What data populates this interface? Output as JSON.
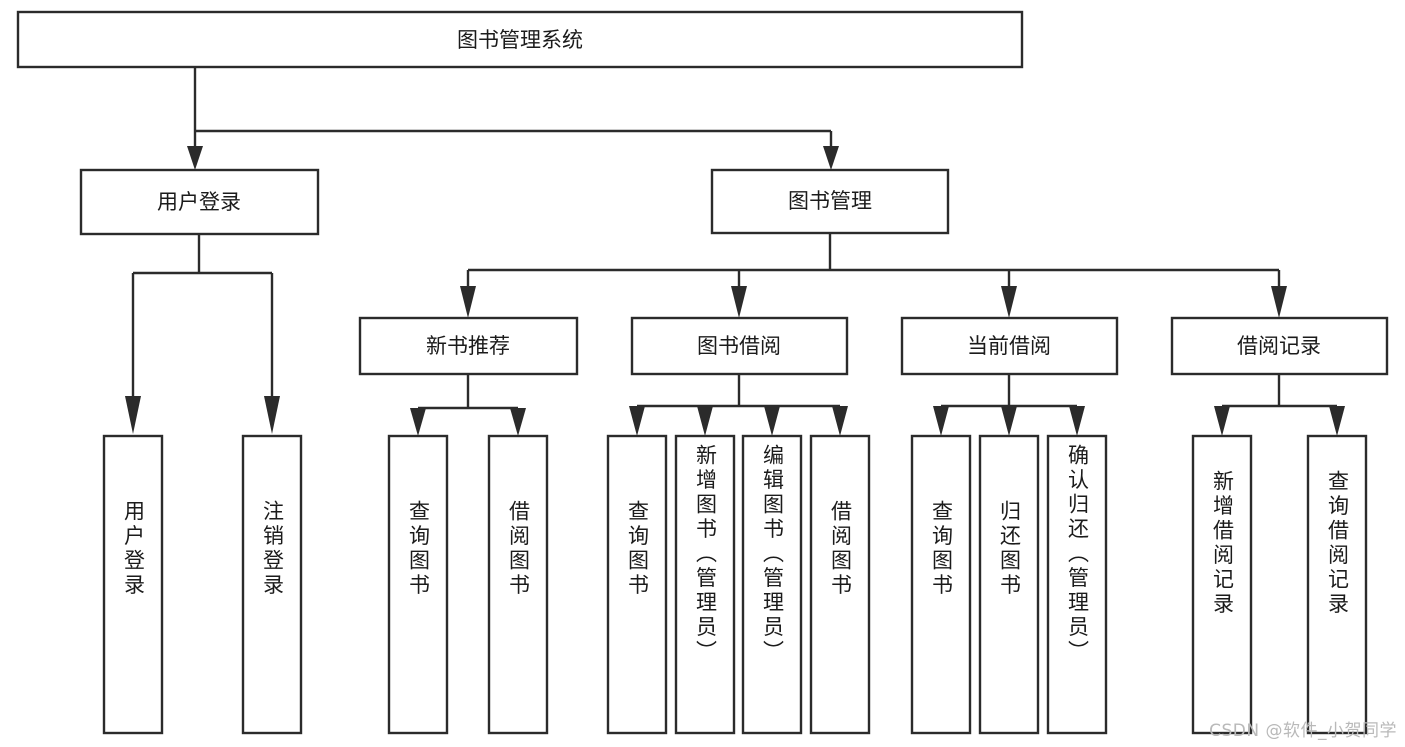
{
  "diagram": {
    "type": "tree-hierarchy",
    "title": "图书管理系统",
    "watermark": "CSDN @软件_小贺同学",
    "root": {
      "id": "root",
      "label": "图书管理系统"
    },
    "level1": [
      {
        "id": "user-login",
        "label": "用户登录"
      },
      {
        "id": "book-manage",
        "label": "图书管理"
      }
    ],
    "level2": [
      {
        "id": "new-book-recommend",
        "label": "新书推荐",
        "parent": "book-manage"
      },
      {
        "id": "book-borrow",
        "label": "图书借阅",
        "parent": "book-manage"
      },
      {
        "id": "current-borrow",
        "label": "当前借阅",
        "parent": "book-manage"
      },
      {
        "id": "borrow-record",
        "label": "借阅记录",
        "parent": "book-manage"
      }
    ],
    "leaves": [
      {
        "id": "leaf-user-login",
        "label": "用户登录",
        "parent": "user-login"
      },
      {
        "id": "leaf-logout-login",
        "label": "注销登录",
        "parent": "user-login"
      },
      {
        "id": "leaf-query-book-1",
        "label": "查询图书",
        "parent": "new-book-recommend"
      },
      {
        "id": "leaf-borrow-book-1",
        "label": "借阅图书",
        "parent": "new-book-recommend"
      },
      {
        "id": "leaf-query-book-2",
        "label": "查询图书",
        "parent": "book-borrow"
      },
      {
        "id": "leaf-add-book",
        "label": "新增图书（管理员）",
        "parent": "book-borrow"
      },
      {
        "id": "leaf-edit-book",
        "label": "编辑图书（管理员）",
        "parent": "book-borrow"
      },
      {
        "id": "leaf-borrow-book-2",
        "label": "借阅图书",
        "parent": "book-borrow"
      },
      {
        "id": "leaf-query-book-3",
        "label": "查询图书",
        "parent": "current-borrow"
      },
      {
        "id": "leaf-return-book",
        "label": "归还图书",
        "parent": "current-borrow"
      },
      {
        "id": "leaf-confirm-return",
        "label": "确认归还（管理员）",
        "parent": "current-borrow"
      },
      {
        "id": "leaf-add-record",
        "label": "新增借阅记录",
        "parent": "borrow-record"
      },
      {
        "id": "leaf-query-record",
        "label": "查询借阅记录",
        "parent": "borrow-record"
      }
    ],
    "colors": {
      "stroke": "#2b2b2b",
      "fill": "#ffffff",
      "text": "#1b1b1b",
      "watermark": "#b9b9b9"
    }
  }
}
